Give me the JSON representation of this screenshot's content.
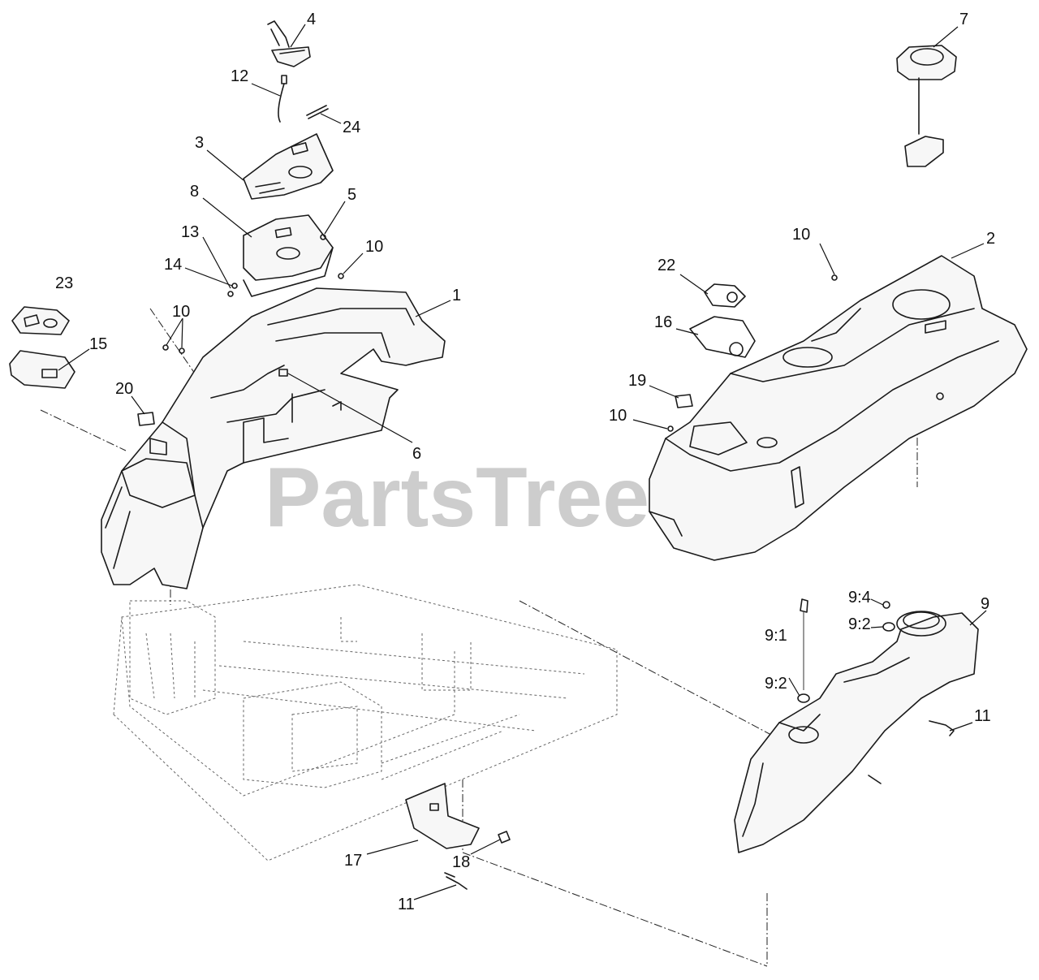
{
  "watermark": "PartsTree",
  "callouts": [
    {
      "id": "c4",
      "label": "4"
    },
    {
      "id": "c12",
      "label": "12"
    },
    {
      "id": "c24",
      "label": "24"
    },
    {
      "id": "c3",
      "label": "3"
    },
    {
      "id": "c8",
      "label": "8"
    },
    {
      "id": "c5",
      "label": "5"
    },
    {
      "id": "c13",
      "label": "13"
    },
    {
      "id": "c14",
      "label": "14"
    },
    {
      "id": "c10a",
      "label": "10"
    },
    {
      "id": "c23",
      "label": "23"
    },
    {
      "id": "c10b",
      "label": "10"
    },
    {
      "id": "c1",
      "label": "1"
    },
    {
      "id": "c15",
      "label": "15"
    },
    {
      "id": "c20",
      "label": "20"
    },
    {
      "id": "c6",
      "label": "6"
    },
    {
      "id": "c7",
      "label": "7"
    },
    {
      "id": "c10c",
      "label": "10"
    },
    {
      "id": "c2",
      "label": "2"
    },
    {
      "id": "c22",
      "label": "22"
    },
    {
      "id": "c16",
      "label": "16"
    },
    {
      "id": "c19",
      "label": "19"
    },
    {
      "id": "c10d",
      "label": "10"
    },
    {
      "id": "c94",
      "label": "9:4"
    },
    {
      "id": "c9",
      "label": "9"
    },
    {
      "id": "c92a",
      "label": "9:2"
    },
    {
      "id": "c91",
      "label": "9:1"
    },
    {
      "id": "c92b",
      "label": "9:2"
    },
    {
      "id": "c11a",
      "label": "11"
    },
    {
      "id": "c17",
      "label": "17"
    },
    {
      "id": "c18",
      "label": "18"
    },
    {
      "id": "c11b",
      "label": "11"
    }
  ]
}
